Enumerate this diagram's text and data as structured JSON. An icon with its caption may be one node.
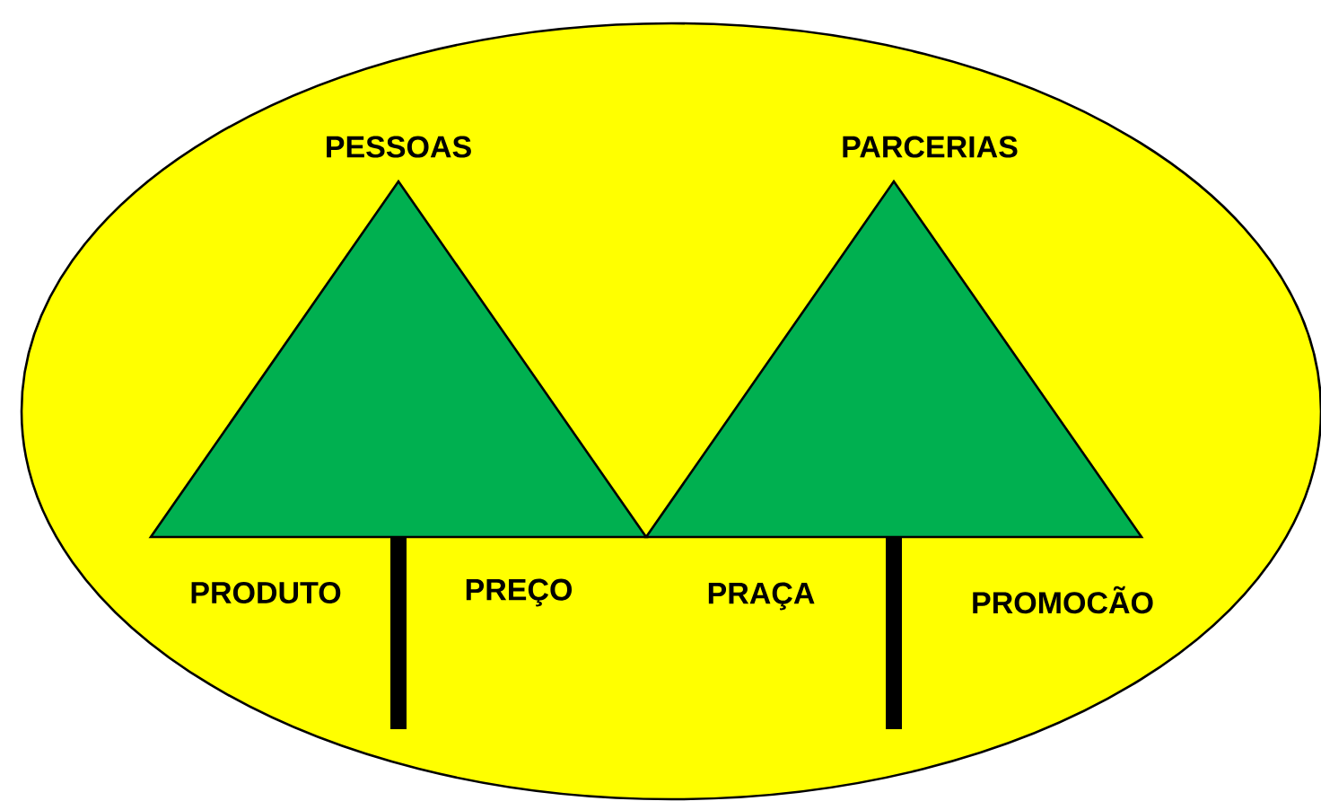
{
  "diagram": {
    "nodes": [
      {
        "text": [],
        "shape": "ellipse"
      },
      {
        "text": [
          "PESSOAS"
        ],
        "in": 0
      },
      {
        "text": [
          "PARCERIAS"
        ],
        "in": 0
      }
    ],
    "labels": [
      "PRODUTO",
      "PREÇO",
      "PRAÇA",
      "PROMOCÃO"
    ]
  }
}
